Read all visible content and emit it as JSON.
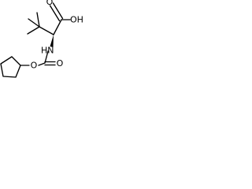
{
  "molecule": {
    "atoms": {
      "hydroxyl": "OH",
      "carbonyl_oxygen_acid": "O",
      "amide_nh": "HN",
      "ester_oxygen": "O",
      "carbonyl_oxygen_carbamate": "O"
    }
  }
}
